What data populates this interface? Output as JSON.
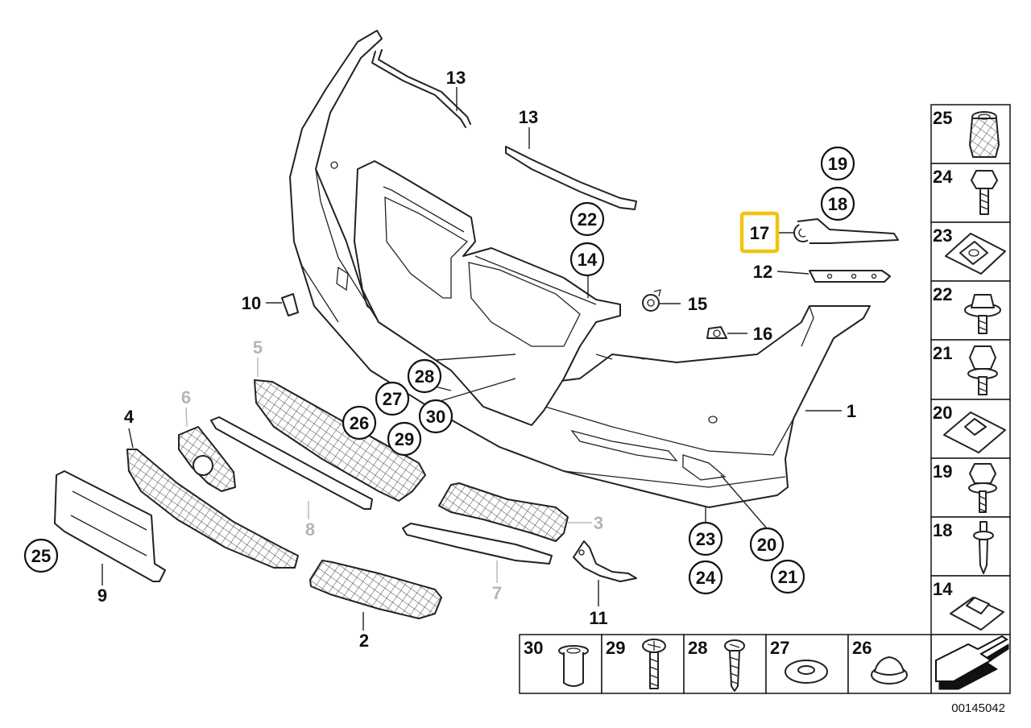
{
  "diagram": {
    "id": "00145042",
    "highlighted": "17",
    "highlight_color": "#f1c40f",
    "labels": {
      "p1": "1",
      "p2": "2",
      "p3": "3",
      "p4": "4",
      "p5": "5",
      "p6": "6",
      "p7": "7",
      "p8": "8",
      "p9": "9",
      "p10": "10",
      "p11": "11",
      "p12": "12",
      "p13a": "13",
      "p13b": "13",
      "p14": "14",
      "p15": "15",
      "p16": "16",
      "p17": "17",
      "p18": "18",
      "p19": "19",
      "p20": "20",
      "p21": "21",
      "p22": "22",
      "p23": "23",
      "p24": "24",
      "p25": "25",
      "p26": "26",
      "p27": "27",
      "p28": "28",
      "p29": "29",
      "p30": "30"
    },
    "legend_right": [
      "25",
      "24",
      "23",
      "22",
      "21",
      "20",
      "19",
      "18",
      "14"
    ],
    "legend_bottom": [
      "30",
      "29",
      "28",
      "27",
      "26"
    ]
  }
}
